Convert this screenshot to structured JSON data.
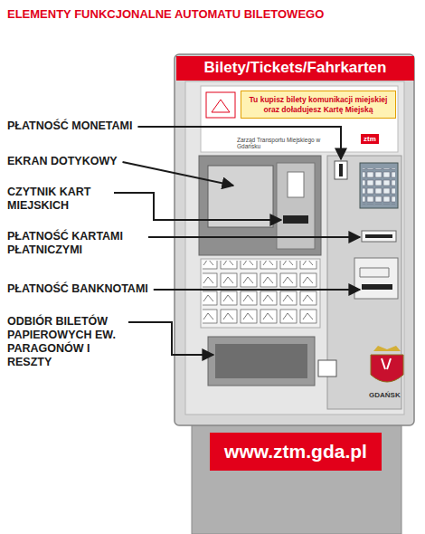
{
  "diagram": {
    "title": "ELEMENTY FUNKCJONALNE AUTOMATU BILETOWEGO",
    "nodes": [
      {
        "text": [
          "Bilety/Tickets/Fahrkarten"
        ]
      },
      {
        "text": [
          "Tu kupisz bilety komunikacji miejskiej oraz doładujesz Kartę Miejską"
        ]
      },
      {
        "text": [
          "www.ztm.gda.pl"
        ]
      }
    ],
    "labels": [
      "PŁATNOŚĆ MONETAMI",
      "EKRAN DOTYKOWY",
      "CZYTNIK KART MIEJSKICH",
      "PŁATNOŚĆ KARTAMI PŁATNICZYMI",
      "PŁATNOŚĆ BANKNOTAMI",
      "ODBIÓR BILETÓW PAPIEROWYCH EW. PARAGONÓW I RESZTY",
      "Zarząd Transportu Miejskiego w Gdańsku",
      "ztm",
      "GDAŃSK"
    ]
  }
}
